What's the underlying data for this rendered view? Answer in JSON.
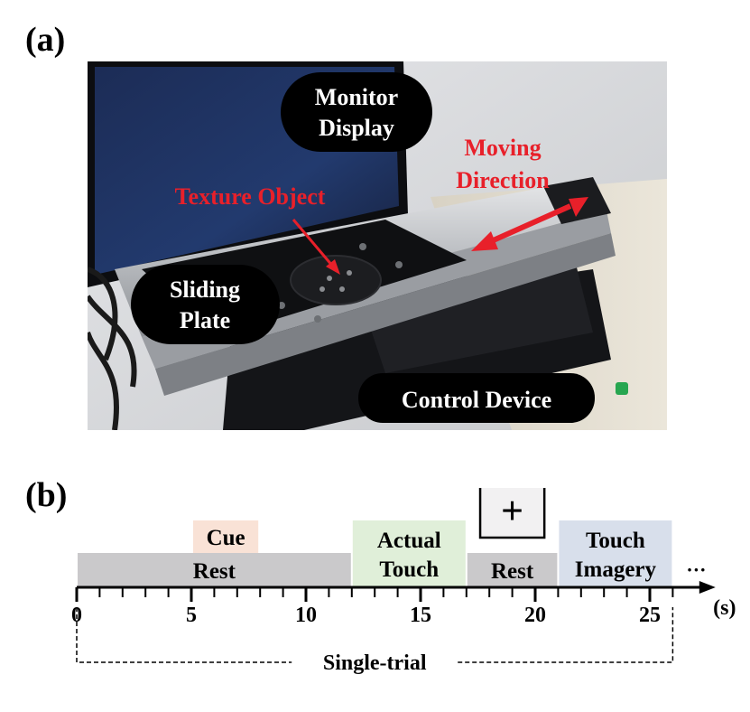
{
  "panel_a": {
    "label": "(a)",
    "callouts": {
      "monitor": [
        "Monitor",
        "Display"
      ],
      "sliding": [
        "Sliding",
        "Plate"
      ],
      "control": "Control Device"
    },
    "red_labels": {
      "texture": "Texture Object",
      "moving": [
        "Moving",
        "Direction"
      ]
    }
  },
  "panel_b": {
    "label": "(b)",
    "axis": {
      "min": 0,
      "max": 27,
      "major_ticks": [
        0,
        5,
        10,
        15,
        20,
        25
      ],
      "tick_labels": [
        "0",
        "5",
        "10",
        "15",
        "20",
        "25"
      ],
      "unit": "(s)",
      "ellipsis": "···"
    },
    "segments": [
      {
        "label": [
          "Rest"
        ],
        "start": 0,
        "end": 12,
        "row": "bottom",
        "color": "#cac9cb"
      },
      {
        "label": [
          "Cue"
        ],
        "start": 5,
        "end": 8,
        "row": "top",
        "color": "#f9e2d6"
      },
      {
        "label": [
          "Actual",
          "Touch"
        ],
        "start": 12,
        "end": 17,
        "row": "full",
        "color": "#e0efd9"
      },
      {
        "label": [
          "Rest"
        ],
        "start": 17,
        "end": 21,
        "row": "bottom",
        "color": "#cac9cb"
      },
      {
        "label": [
          "Touch",
          "Imagery"
        ],
        "start": 21,
        "end": 26,
        "row": "full",
        "color": "#d8dfeb"
      }
    ],
    "fixation": {
      "symbol": "+",
      "start": 17.6,
      "end": 20.4
    },
    "single_trial": {
      "label": "Single-trial",
      "start": 0,
      "end": 26
    }
  }
}
